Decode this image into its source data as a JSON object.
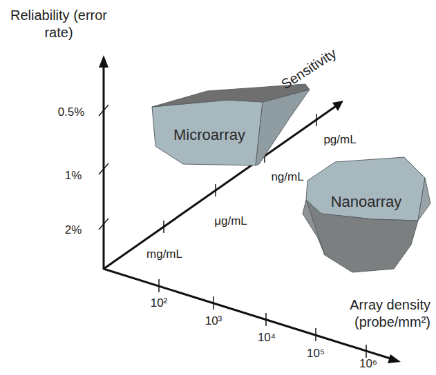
{
  "diagram": {
    "nodes": [
      {
        "text": [
          "Microarray"
        ]
      },
      {
        "text": [
          "Nanoarray"
        ]
      }
    ],
    "labels": [
      "Reliability (error rate)",
      "0.5%",
      "1%",
      "2%",
      "Sensitivity",
      "mg/mL",
      "μg/mL",
      "ng/mL",
      "pg/mL",
      "10²",
      "10³",
      "10⁴",
      "10⁵",
      "10⁶",
      "Array density (probe/mm²)"
    ]
  }
}
